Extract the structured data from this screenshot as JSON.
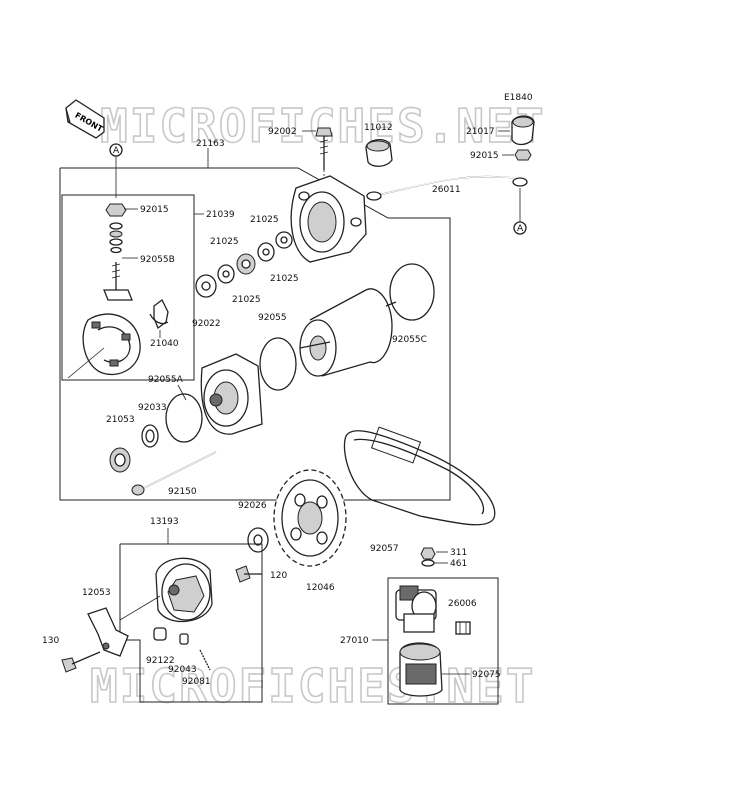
{
  "diagram_code": "E1840",
  "front_label": "FRONT",
  "watermark": "MICROFICHES.NET",
  "ref_marker": "A",
  "parts": {
    "p21163": "21163",
    "p21039": "21039",
    "p92015a": "92015",
    "p92055b": "92055B",
    "p21040": "21040",
    "p92002": "92002",
    "p11012": "11012",
    "p21017": "21017",
    "p92015b": "92015",
    "p26011": "26011",
    "p21025a": "21025",
    "p21025b": "21025",
    "p21025c": "21025",
    "p21025d": "21025",
    "p92022": "92022",
    "p92055": "92055",
    "p92055c": "92055C",
    "p92055a": "92055A",
    "p92033": "92033",
    "p21053": "21053",
    "p92150": "92150",
    "p92026": "92026",
    "p13193": "13193",
    "p120": "120",
    "p12046": "12046",
    "p92057": "92057",
    "p311": "311",
    "p461": "461",
    "p26006": "26006",
    "p27010": "27010",
    "p92075": "92075",
    "p12053": "12053",
    "p130": "130",
    "p92122": "92122",
    "p92043": "92043",
    "p92081": "92081"
  }
}
